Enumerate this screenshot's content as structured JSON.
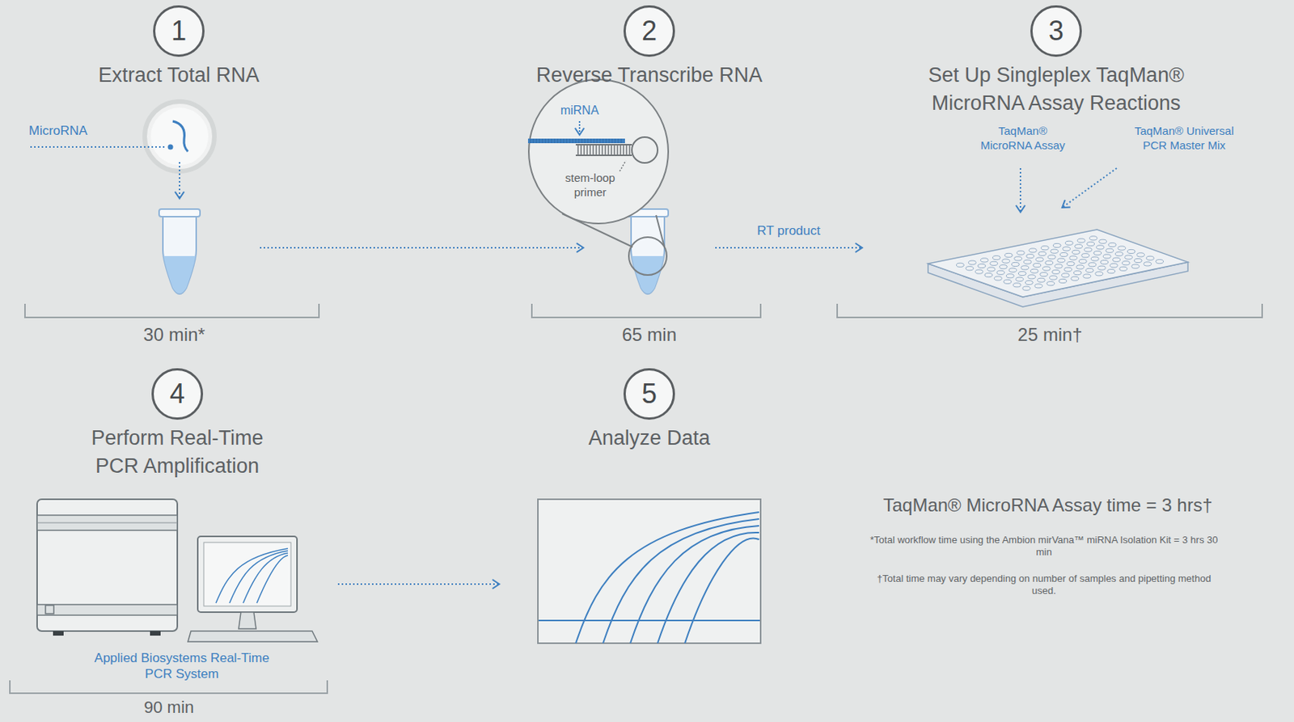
{
  "diagram": {
    "nodes": [
      {
        "text": [
          "1",
          "Extract Total RNA"
        ]
      },
      {
        "text": [
          "2",
          "Reverse Transcribe RNA"
        ]
      },
      {
        "text": [
          "3",
          "Set Up Singleplex TaqMan® MicroRNA Assay Reactions"
        ]
      },
      {
        "text": [
          "4",
          "Perform Real-Time PCR Amplification"
        ]
      },
      {
        "text": [
          "5",
          "Analyze Data"
        ]
      }
    ],
    "edges": [
      {
        "from": 0,
        "to": 1,
        "arrow": "to"
      },
      {
        "from": 1,
        "to": 2,
        "label": "RT product",
        "arrow": "to"
      },
      {
        "from": 3,
        "to": 4,
        "arrow": "to"
      }
    ],
    "labels": [
      "MicroRNA",
      "30 min*",
      "miRNA",
      "stem-loop primer",
      "65 min",
      "TaqMan® MicroRNA Assay",
      "TaqMan® Universal PCR Master Mix",
      "25 min†",
      "Applied Biosystems Real-Time PCR System",
      "90 min",
      "TaqMan® MicroRNA Assay time = 3 hrs†",
      "*Total workflow time using the Ambion mirVana™ miRNA Isolation Kit = 3 hrs 30 min",
      "†Total time may vary depending on number of samples and pipetting method used."
    ]
  }
}
